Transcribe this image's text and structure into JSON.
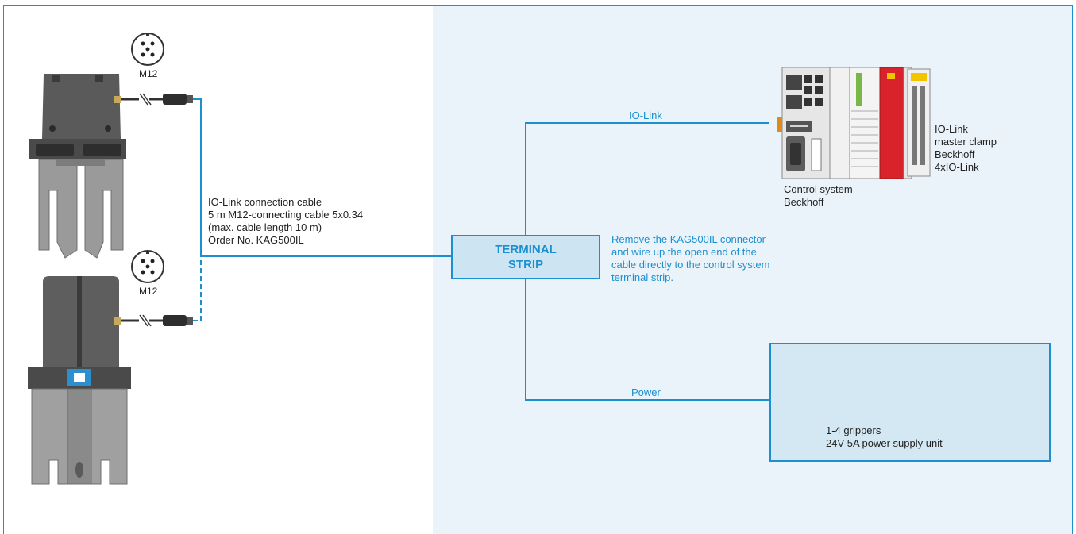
{
  "connectors": [
    {
      "label": "M12"
    },
    {
      "label": "M12"
    }
  ],
  "cable": {
    "lines": [
      "IO-Link connection cable",
      "5 m M12-connecting cable 5x0.34",
      "(max. cable length 10 m)",
      "Order No. KAG500IL"
    ]
  },
  "terminal_strip": {
    "line1": "TERMINAL",
    "line2": "STRIP"
  },
  "note": {
    "lines": [
      "Remove the KAG500IL connector",
      "and wire up the open end of the",
      "cable directly to the control system",
      "terminal strip."
    ]
  },
  "io_link_label": "IO-Link",
  "power_label": "Power",
  "control_system": {
    "lines": [
      "Control system",
      "Beckhoff"
    ]
  },
  "master_clamp": {
    "lines": [
      "IO-Link",
      "master clamp",
      "Beckhoff",
      "4xIO-Link"
    ]
  },
  "psu": {
    "lines": [
      "1-4 grippers",
      "24V 5A power supply unit"
    ]
  },
  "colors": {
    "accent": "#1b8fd0",
    "panel": "#eaf3f9",
    "terminal_fill": "#cde5f3",
    "psu_fill": "#d4e8f4",
    "controller_red": "#d8232a"
  }
}
